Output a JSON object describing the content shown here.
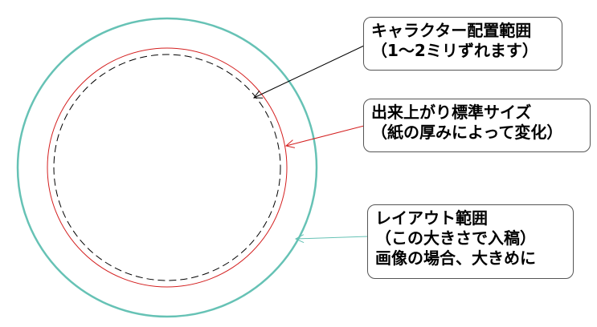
{
  "colors": {
    "layout_circle": "#66c2b5",
    "finished_circle": "#d42020",
    "character_circle": "#000000",
    "callout_border": "#555555"
  },
  "callouts": {
    "character_area": {
      "line1": "キャラクター配置範囲",
      "line2": "（1～2ミリずれます）"
    },
    "finished_size": {
      "line1": "出来上がり標準サイズ",
      "line2": "（紙の厚みによって変化）"
    },
    "layout_area": {
      "line1": "レイアウト範囲",
      "line2": "（この大きさで入稿）",
      "line3": "画像の場合、大きめに"
    }
  }
}
